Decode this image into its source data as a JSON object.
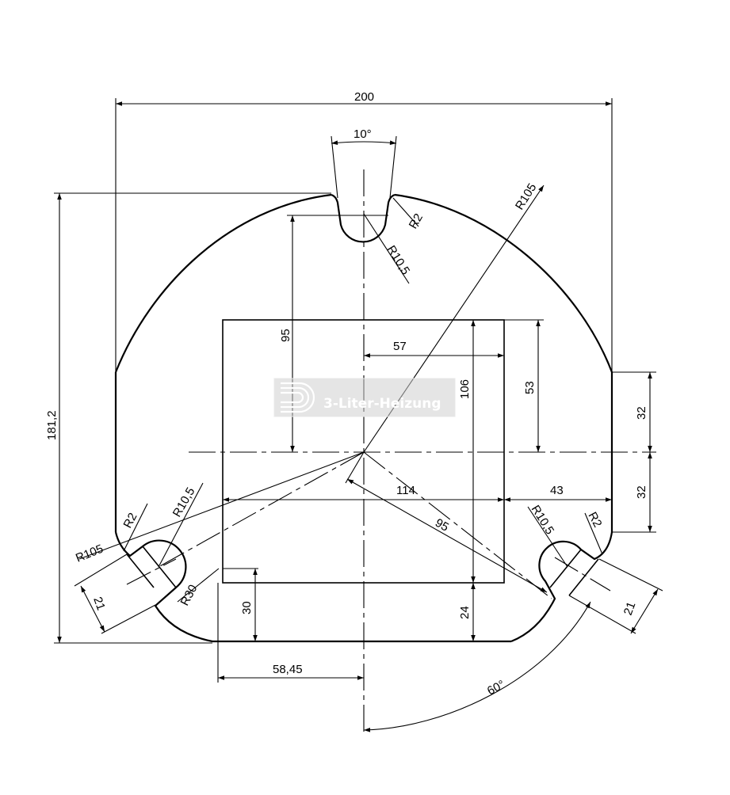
{
  "dimensions": {
    "overall_width": "200",
    "overall_height": "181,2",
    "notch_angle": "10°",
    "notch_corner_radius": "R2",
    "notch_radius": "R10,5",
    "outer_radius": "R105",
    "notch_depth": "95",
    "inner_half_width": "57",
    "inner_height": "106",
    "upper_offset": "53",
    "side_flat_top": "32",
    "side_flat_bottom": "32",
    "side_depth": "43",
    "inner_width": "114",
    "diagonal_length": "95",
    "right_notch_radius": "R10,5",
    "right_corner_radius": "R2",
    "left_corner_radius": "R2",
    "left_notch_radius": "R10,5",
    "left_outer_radius": "R105",
    "left_fillet": "R30",
    "left_slot_width": "21",
    "right_slot_width": "21",
    "bottom_step": "30",
    "bottom_gap": "24",
    "bottom_offset": "58,45",
    "bottom_angle": "60°"
  },
  "watermark": {
    "text": "3-Liter-Heizung"
  }
}
